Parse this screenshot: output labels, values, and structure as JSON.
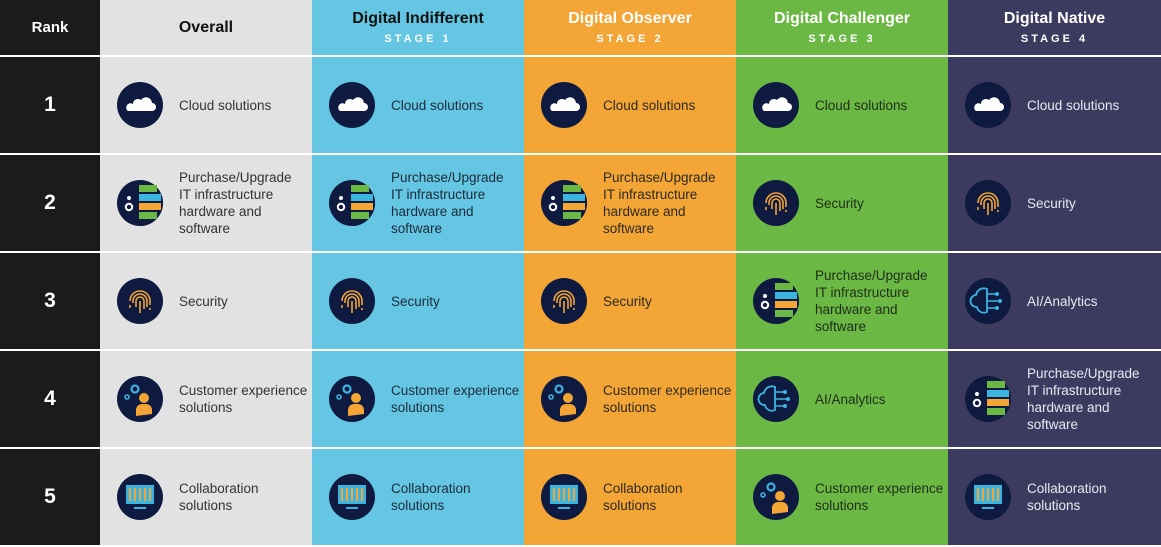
{
  "header": {
    "rank_label": "Rank",
    "columns": [
      {
        "title": "Overall",
        "stage": ""
      },
      {
        "title": "Digital Indifferent",
        "stage": "STAGE 1"
      },
      {
        "title": "Digital Observer",
        "stage": "STAGE 2"
      },
      {
        "title": "Digital Challenger",
        "stage": "STAGE 3"
      },
      {
        "title": "Digital Native",
        "stage": "STAGE 4"
      }
    ]
  },
  "colors": {
    "rank": "#1b1b1b",
    "overall": "#e2e2e2",
    "stage1": "#64c6e3",
    "stage2": "#f3a535",
    "stage3": "#6bb944",
    "stage4": "#3c3b5f",
    "icon_bg": "#0e1a40"
  },
  "rows": [
    {
      "rank": "1",
      "cells": [
        {
          "icon": "cloud-icon",
          "label": "Cloud solutions"
        },
        {
          "icon": "cloud-icon",
          "label": "Cloud solutions"
        },
        {
          "icon": "cloud-icon",
          "label": "Cloud solutions"
        },
        {
          "icon": "cloud-icon",
          "label": "Cloud solutions"
        },
        {
          "icon": "cloud-icon",
          "label": "Cloud solutions"
        }
      ]
    },
    {
      "rank": "2",
      "cells": [
        {
          "icon": "server-icon",
          "label": "Purchase/Upgrade IT infrastructure hardware and software"
        },
        {
          "icon": "server-icon",
          "label": "Purchase/Upgrade IT infrastructure hardware and software"
        },
        {
          "icon": "server-icon",
          "label": "Purchase/Upgrade IT infrastructure hardware and software"
        },
        {
          "icon": "fingerprint-icon",
          "label": "Security"
        },
        {
          "icon": "fingerprint-icon",
          "label": "Security"
        }
      ]
    },
    {
      "rank": "3",
      "cells": [
        {
          "icon": "fingerprint-icon",
          "label": "Security"
        },
        {
          "icon": "fingerprint-icon",
          "label": "Security"
        },
        {
          "icon": "fingerprint-icon",
          "label": "Security"
        },
        {
          "icon": "server-icon",
          "label": "Purchase/Upgrade IT infrastructure hardware and software"
        },
        {
          "icon": "brain-icon",
          "label": "AI/Analytics"
        }
      ]
    },
    {
      "rank": "4",
      "cells": [
        {
          "icon": "customer-gear-icon",
          "label": "Customer experience solutions"
        },
        {
          "icon": "customer-gear-icon",
          "label": "Customer experience solutions"
        },
        {
          "icon": "customer-gear-icon",
          "label": "Customer experience solutions"
        },
        {
          "icon": "brain-icon",
          "label": "AI/Analytics"
        },
        {
          "icon": "server-icon",
          "label": "Purchase/Upgrade IT infrastructure hardware and software"
        }
      ]
    },
    {
      "rank": "5",
      "cells": [
        {
          "icon": "monitor-icon",
          "label": "Collaboration solutions"
        },
        {
          "icon": "monitor-icon",
          "label": "Collaboration solutions"
        },
        {
          "icon": "monitor-icon",
          "label": "Collaboration solutions"
        },
        {
          "icon": "customer-gear-icon",
          "label": "Customer experience solutions"
        },
        {
          "icon": "monitor-icon",
          "label": "Collaboration solutions"
        }
      ]
    }
  ]
}
